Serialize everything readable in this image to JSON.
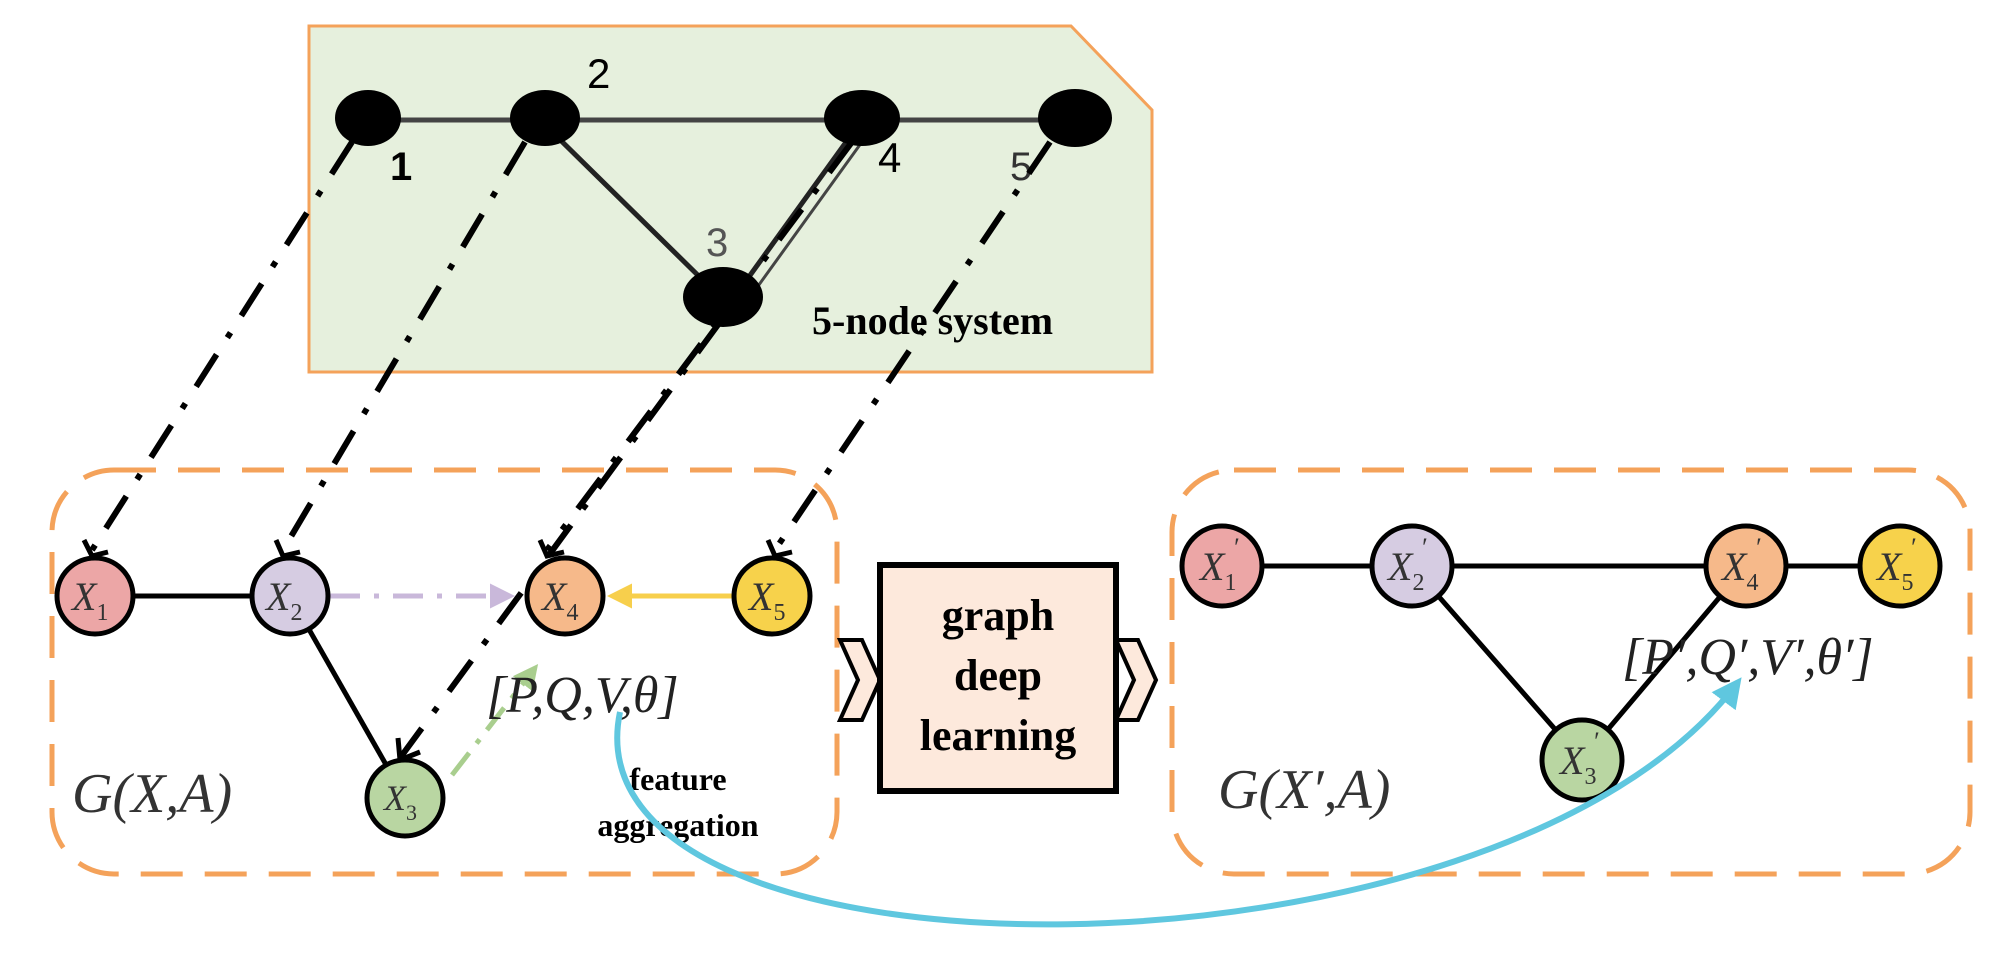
{
  "colors": {
    "orange": "#F4A25A",
    "panel_fill": "#E6F0DD",
    "box_fill": "#FDE9DC",
    "cyan": "#5FC7DF",
    "purple_arrow": "#C9B8DA",
    "yellow_arrow": "#F7CF4C",
    "green_arrow": "#A9CE8E",
    "node_x1": "#ECA6A6",
    "node_x2": "#D6CCE2",
    "node_x3": "#B9D6A2",
    "node_x4": "#F6B98A",
    "node_x5": "#F7D24B"
  },
  "top_panel": {
    "caption": "5-node system",
    "node_labels": [
      "1",
      "2",
      "3",
      "4",
      "5"
    ]
  },
  "left_graph": {
    "nodes": [
      {
        "sym": "X",
        "sub": "1"
      },
      {
        "sym": "X",
        "sub": "2"
      },
      {
        "sym": "X",
        "sub": "3"
      },
      {
        "sym": "X",
        "sub": "4"
      },
      {
        "sym": "X",
        "sub": "5"
      }
    ],
    "feature_vector": "[P,Q,V,θ]",
    "graph_label": "G(X,A)",
    "aggregation_line1": "feature",
    "aggregation_line2": "aggregation"
  },
  "center_box": {
    "line1": "graph",
    "line2": "deep",
    "line3": "learning"
  },
  "right_graph": {
    "nodes": [
      {
        "sym": "X",
        "sub": "1",
        "prime": "′"
      },
      {
        "sym": "X",
        "sub": "2",
        "prime": "′"
      },
      {
        "sym": "X",
        "sub": "3",
        "prime": "′"
      },
      {
        "sym": "X",
        "sub": "4",
        "prime": "′"
      },
      {
        "sym": "X",
        "sub": "5",
        "prime": "′"
      }
    ],
    "feature_vector": "[P′,Q′,V′,θ′]",
    "graph_label": "G(X′,A)"
  }
}
